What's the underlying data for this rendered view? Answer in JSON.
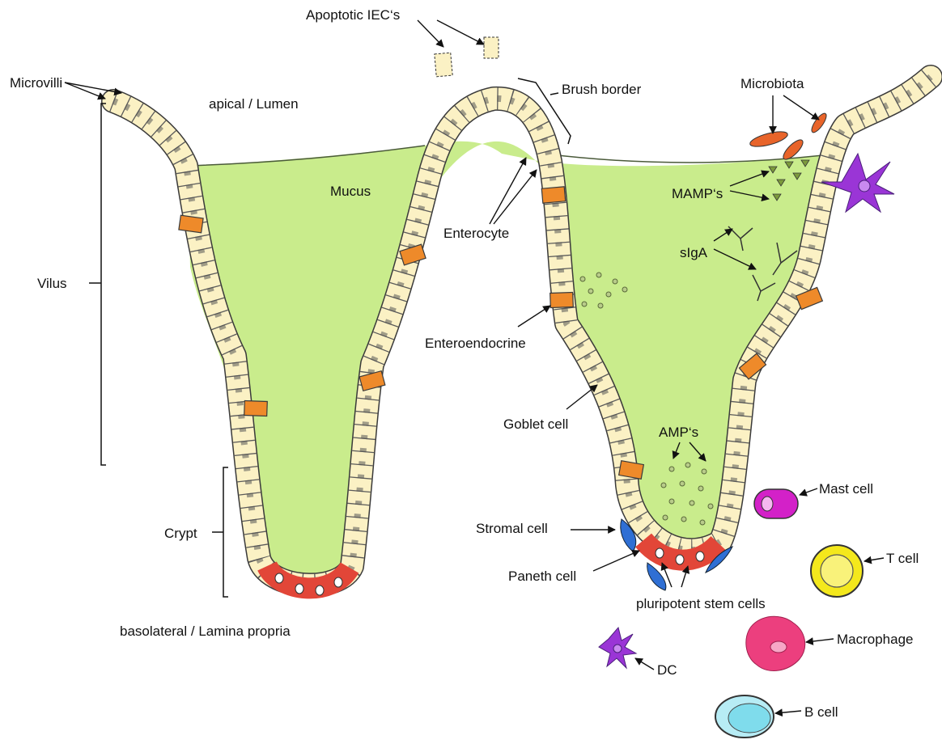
{
  "labels": {
    "microvilli": "Microvilli",
    "apoptotic": "Apoptotic IEC‘s",
    "brush_border": "Brush border",
    "microbiota": "Microbiota",
    "apical_lumen": "apical / Lumen",
    "mucus": "Mucus",
    "mamps": "MAMP‘s",
    "enterocyte": "Enterocyte",
    "siga": "sIgA",
    "vilus": "Vilus",
    "enteroendocrine": "Enteroendocrine",
    "goblet": "Goblet cell",
    "amps": "AMP‘s",
    "mast_cell": "Mast cell",
    "crypt": "Crypt",
    "stromal": "Stromal cell",
    "t_cell": "T cell",
    "paneth": "Paneth cell",
    "stem_cells": "pluripotent stem cells",
    "basolateral": "basolateral / Lamina propria",
    "macrophage": "Macrophage",
    "dc": "DC",
    "b_cell": "B cell"
  },
  "colors": {
    "mucus": "#c9ec8c",
    "epithelium": "#fbf1c4",
    "enteroendocrine": "#ee8a2a",
    "paneth": "#e24638",
    "microbiota": "#e8642a",
    "stromal": "#2f6fd4",
    "mast": "#d321c8",
    "t_cell": "#f4e81c",
    "macrophage": "#ec3f7e",
    "dc": "#9a35d6",
    "b_cell": "#7fdcec",
    "mamp": "#7c9a3c"
  },
  "icons": {
    "microbiota": "rod-bacterium-icon",
    "mamp": "triangle-icon",
    "siga": "antibody-icon",
    "amp": "dot-icon",
    "dc": "dendritic-cell-icon",
    "mast": "mast-cell-icon",
    "t_cell": "t-cell-icon",
    "macrophage": "macrophage-icon",
    "b_cell": "b-cell-icon",
    "stromal": "stromal-cell-icon"
  }
}
